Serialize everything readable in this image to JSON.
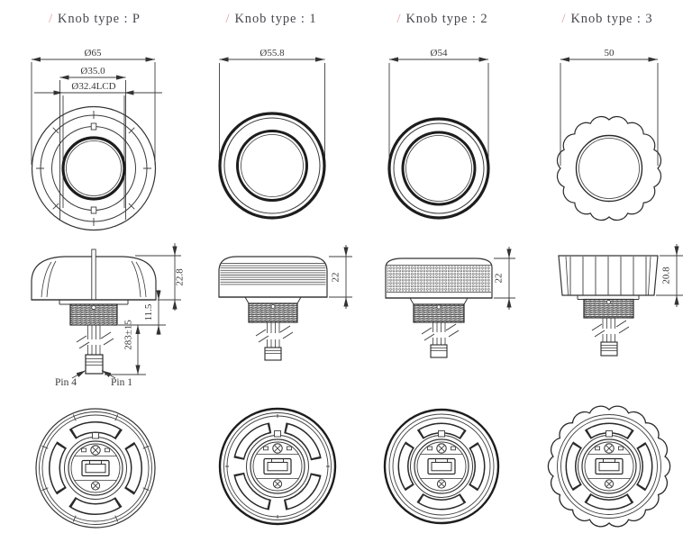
{
  "colors": {
    "line": "#3a3a3a",
    "thick_line": "#1d1d1d",
    "slash_accent": "#e09a9a"
  },
  "knobs": [
    {
      "slash": "/",
      "title": "Knob type : P",
      "top_dims": [
        "Ø65",
        "Ø35.0",
        "Ø32.4LCD"
      ],
      "side_dims": [
        "22.8",
        "11.5",
        "283±15"
      ],
      "pin_labels": [
        "Pin 4",
        "Pin 1"
      ]
    },
    {
      "slash": "/",
      "title": "Knob type : 1",
      "top_dims": [
        "Ø55.8"
      ],
      "side_dims": [
        "22"
      ]
    },
    {
      "slash": "/",
      "title": "Knob type : 2",
      "top_dims": [
        "Ø54"
      ],
      "side_dims": [
        "22"
      ]
    },
    {
      "slash": "/",
      "title": "Knob type : 3",
      "top_dims": [
        "50"
      ],
      "side_dims": [
        "20.8"
      ]
    }
  ]
}
